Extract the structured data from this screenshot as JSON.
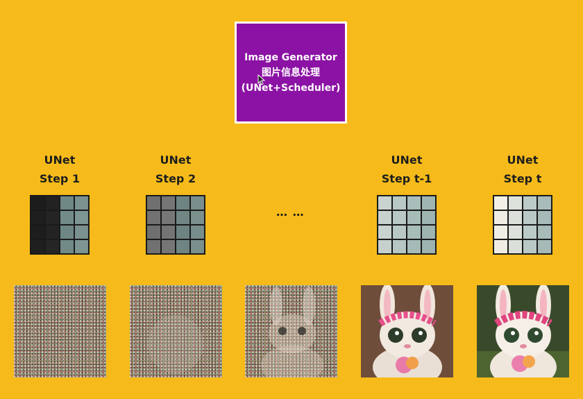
{
  "generator": {
    "title": "Image Generator",
    "subtitle_zh": "图片信息处理",
    "components": "(UNet+Scheduler)"
  },
  "steps": [
    {
      "line1": "UNet",
      "line2": "Step 1"
    },
    {
      "line1": "UNet",
      "line2": "Step 2"
    },
    {
      "line1": "UNet",
      "line2": "Step t-1"
    },
    {
      "line1": "UNet",
      "line2": "Step t"
    }
  ],
  "ellipsis": "… …",
  "colors": {
    "background": "#f6bb1a",
    "generator_box": "#8b12a4",
    "grid_border": "#1a1a1a"
  }
}
